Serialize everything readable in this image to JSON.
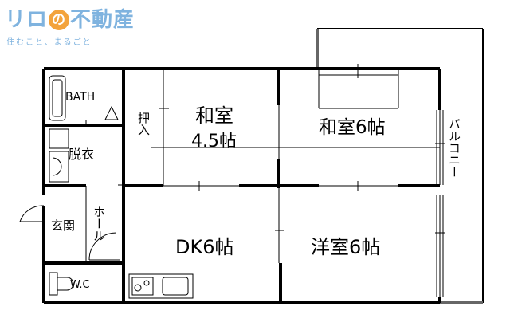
{
  "logo": {
    "title_left": "リロ",
    "title_circle": "の",
    "title_right": "不動産",
    "tagline": "住むこと、まるごと"
  },
  "rooms": {
    "bath": "BATH",
    "closet": "押入",
    "washitsu_small": "和室",
    "washitsu_small_size": "4.5帖",
    "washitsu_large": "和室6帖",
    "dressing": "脱衣",
    "entrance": "玄関",
    "hall": "ホール",
    "dk": "DK6帖",
    "youshitsu": "洋室6帖",
    "wc": "W.C",
    "balcony": "バルコニー"
  }
}
